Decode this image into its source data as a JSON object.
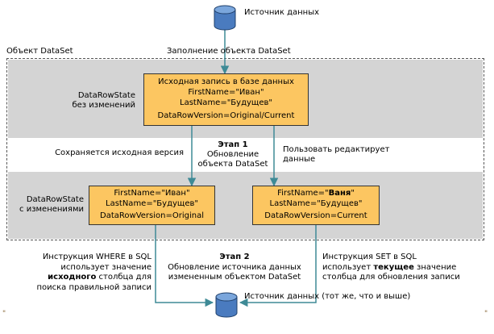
{
  "source_top": "Источник данных",
  "dataset_title": "Объект DataSet",
  "fill_label": "Заполнение объекта DataSet",
  "state_unchanged_1": "DataRowState",
  "state_unchanged_2": "без изменений",
  "state_modified_1": "DataRowState",
  "state_modified_2": "с изменениями",
  "original_record": {
    "title": "Исходная запись в базе данных",
    "first": "FirstName=\"Иван\"",
    "last": "LastName=\"Будущев\"",
    "version": "DataRowVersion=Original/Current"
  },
  "left_record": {
    "first": "FirstName=\"Иван\"",
    "last": "LastName=\"Будущев\"",
    "version": "DataRowVersion=Original"
  },
  "right_record": {
    "first_prefix": "FirstName=\"",
    "first_bold": "Ваня",
    "first_suffix": "\"",
    "last": "LastName=\"Будущев\"",
    "version": "DataRowVersion=Current"
  },
  "keep_original": "Сохраняется исходная версия",
  "stage1": {
    "title": "Этап 1",
    "line1": "Обновление",
    "line2": "объекта DataSet"
  },
  "user_edits_1": "Пользовать редактирует",
  "user_edits_2": "данные",
  "where_text": {
    "l1": "Инструкция WHERE в SQL",
    "l2": "использует значение",
    "l3_bold": "исходного",
    "l3_rest": " столбца для",
    "l4": "поиска правильной записи"
  },
  "stage2": {
    "title": "Этап 2",
    "line1": "Обновление источника данных",
    "line2": "измененным объектом DataSet"
  },
  "set_text": {
    "l1": "Инструкция SET в SQL",
    "l2_pre": "использует ",
    "l2_bold": "текущее",
    "l2_post": " значение",
    "l3": "столбца для обновления записи"
  },
  "source_bottom": "Источник данных (тот же, что и выше)",
  "quote_left": "\"",
  "quote_right": "\"",
  "colors": {
    "record_fill": "#fcc661",
    "band_fill": "#d4d4d4",
    "arrow": "#3e8a96",
    "db_fill": "#4a7bbf"
  },
  "icons": [
    "database-icon",
    "arrow-icon"
  ]
}
